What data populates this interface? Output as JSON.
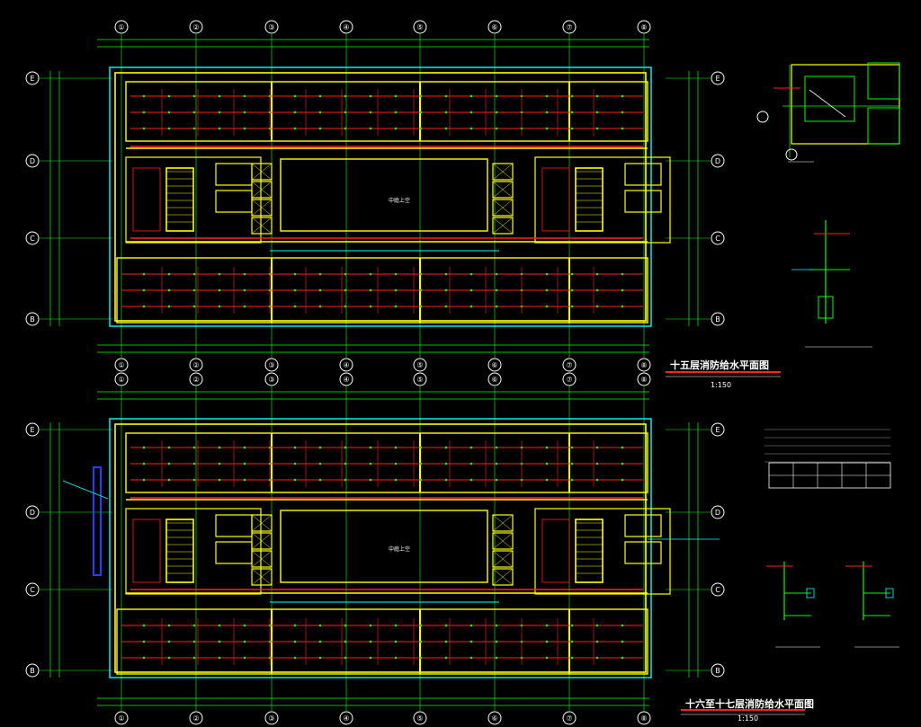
{
  "drawing": {
    "plan_top": {
      "title": "十五层消防给水平面图",
      "scale": "1:150",
      "atrium_label": "中庭上空"
    },
    "plan_bottom": {
      "title": "十六至十七层消防给水平面图",
      "scale": "1:150",
      "atrium_label": "中庭上空"
    },
    "col_axes": [
      "①",
      "②",
      "③",
      "④",
      "⑤",
      "⑥",
      "⑦",
      "⑧"
    ],
    "row_axes": [
      "E",
      "D",
      "C",
      "B"
    ],
    "colors": {
      "background": "#000000",
      "wall": "#ffff00",
      "grid": "#00ff00",
      "outline": "#00ffff",
      "pipe": "#ff2020",
      "text": "#ffffff",
      "accent_blue": "#2040ff",
      "dim": "#ff40ff"
    }
  }
}
